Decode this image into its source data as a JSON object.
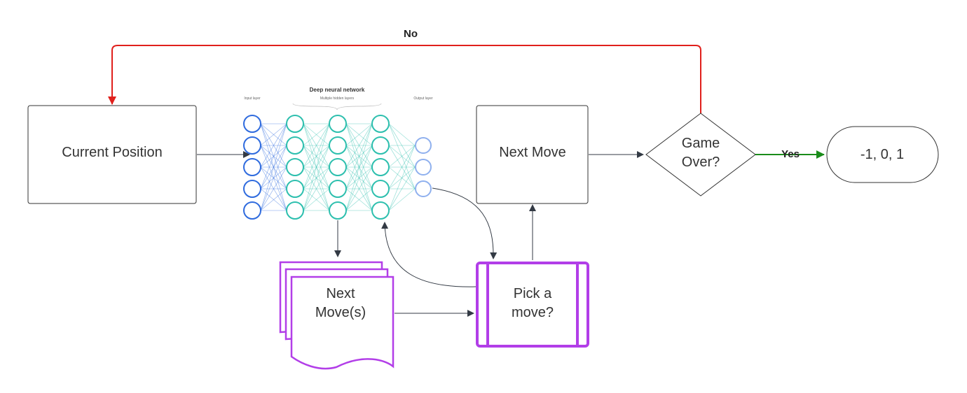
{
  "nodes": {
    "current_position": "Current Position",
    "next_move": "Next Move",
    "game_over_line1": "Game",
    "game_over_line2": "Over?",
    "result": "-1, 0, 1",
    "next_moves_line1": "Next",
    "next_moves_line2": "Move(s)",
    "pick_move_line1": "Pick a",
    "pick_move_line2": "move?"
  },
  "edges": {
    "no_label": "No",
    "yes_label": "Yes"
  },
  "neural_network": {
    "title": "Deep neural network",
    "subtitle": "Multiple hidden layers",
    "input_layer": "Input layer",
    "output_layer": "Output layer",
    "layer_sizes": [
      5,
      5,
      5,
      5,
      3
    ]
  },
  "colors": {
    "no_edge": "#e0201c",
    "yes_edge": "#1a8c1a",
    "edge": "#333a44",
    "document_stroke": "#b23ee8",
    "input_neuron": "#2f6bde",
    "hidden_neuron": "#2dbfae",
    "output_neuron": "#8fb0ee"
  }
}
